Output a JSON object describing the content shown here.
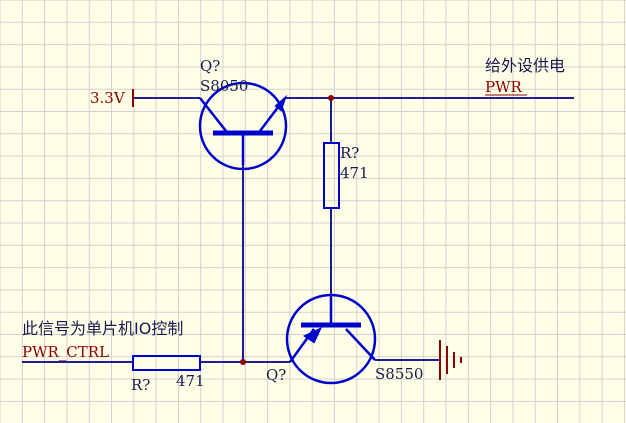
{
  "colors": {
    "background": "#ffffe8",
    "grid": "#d2d2cf",
    "wire": "#00008b",
    "component": "#0000cc",
    "net_label": "#8b0000",
    "text_dark": "#1a1a50",
    "junction": "#8b0000"
  },
  "q1": {
    "designator": "Q?",
    "part": "S8050"
  },
  "q2": {
    "designator": "Q?",
    "part": "S8550"
  },
  "r1": {
    "designator": "R?",
    "value": "471"
  },
  "r2": {
    "designator": "R?",
    "value": "471"
  },
  "power_net": "3.3V",
  "out_note": "给外设供电",
  "out_net": "PWR",
  "in_note": "此信号为单片机IO控制",
  "in_net": "PWR_CTRL",
  "gnd_symbol": "ground-icon"
}
